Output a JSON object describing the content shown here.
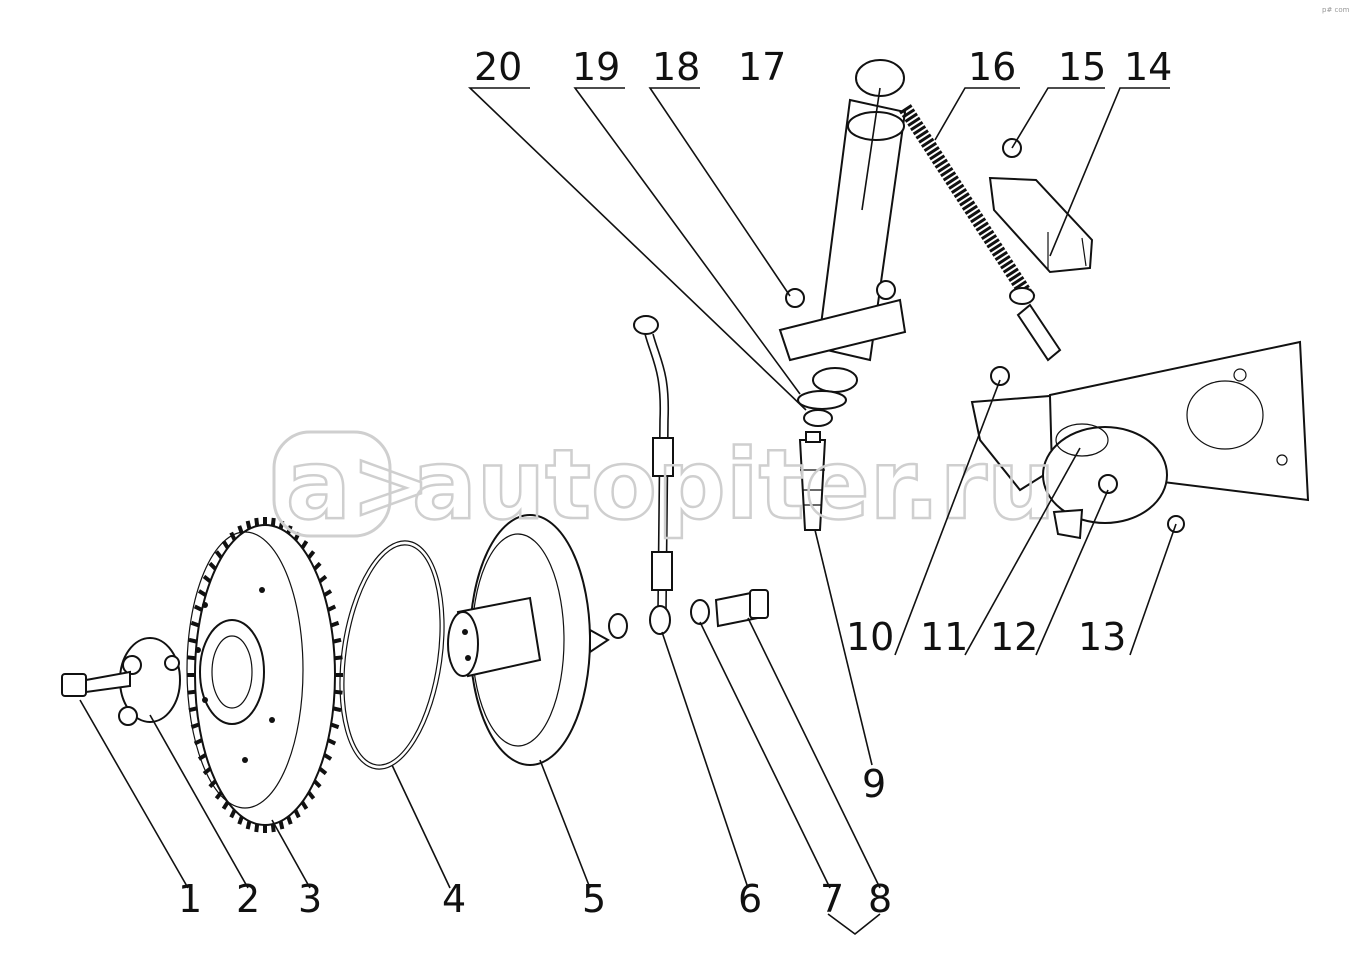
{
  "watermark": {
    "mark": "a>",
    "text": "autopiter.ru",
    "logo_shape": "rounded-rect"
  },
  "corner_tag": "p# com",
  "callouts": [
    {
      "id": "1",
      "text": "1"
    },
    {
      "id": "2",
      "text": "2"
    },
    {
      "id": "3",
      "text": "3"
    },
    {
      "id": "4",
      "text": "4"
    },
    {
      "id": "5",
      "text": "5"
    },
    {
      "id": "6",
      "text": "6"
    },
    {
      "id": "7",
      "text": "7"
    },
    {
      "id": "8",
      "text": "8"
    },
    {
      "id": "9",
      "text": "9"
    },
    {
      "id": "10",
      "text": "10"
    },
    {
      "id": "11",
      "text": "11"
    },
    {
      "id": "12",
      "text": "12"
    },
    {
      "id": "13",
      "text": "13"
    },
    {
      "id": "14",
      "text": "14"
    },
    {
      "id": "15",
      "text": "15"
    },
    {
      "id": "16",
      "text": "16"
    },
    {
      "id": "17",
      "text": "17"
    },
    {
      "id": "18",
      "text": "18"
    },
    {
      "id": "19",
      "text": "19"
    },
    {
      "id": "20",
      "text": "20"
    }
  ],
  "colors": {
    "ink": "#111111",
    "watermark": "#cfcfcf",
    "background": "#ffffff"
  }
}
